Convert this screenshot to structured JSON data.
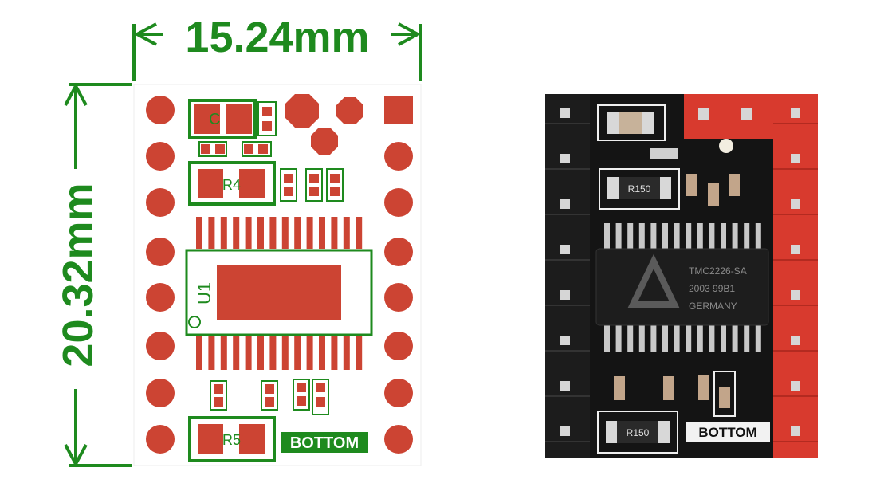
{
  "dimensions": {
    "width_label": "15.24mm",
    "height_label": "20.32mm",
    "color": "#1e8a1e"
  },
  "layout_diagram": {
    "pad_color": "#cc4433",
    "silk_color": "#1e8a1e",
    "labels": {
      "c": "C",
      "r4": "R4",
      "r5": "R5",
      "u1": "U1",
      "bottom": "BOTTOM"
    }
  },
  "photo": {
    "board_color": "#141414",
    "header_black": "#1c1c1c",
    "header_red": "#d83a2e",
    "chip_line1": "TMC2226-SA",
    "chip_line2": "2003 99B1",
    "chip_line3": "GERMANY",
    "resistor_top": "R150",
    "resistor_bottom": "R150",
    "bottom_label": "BOTTOM"
  }
}
